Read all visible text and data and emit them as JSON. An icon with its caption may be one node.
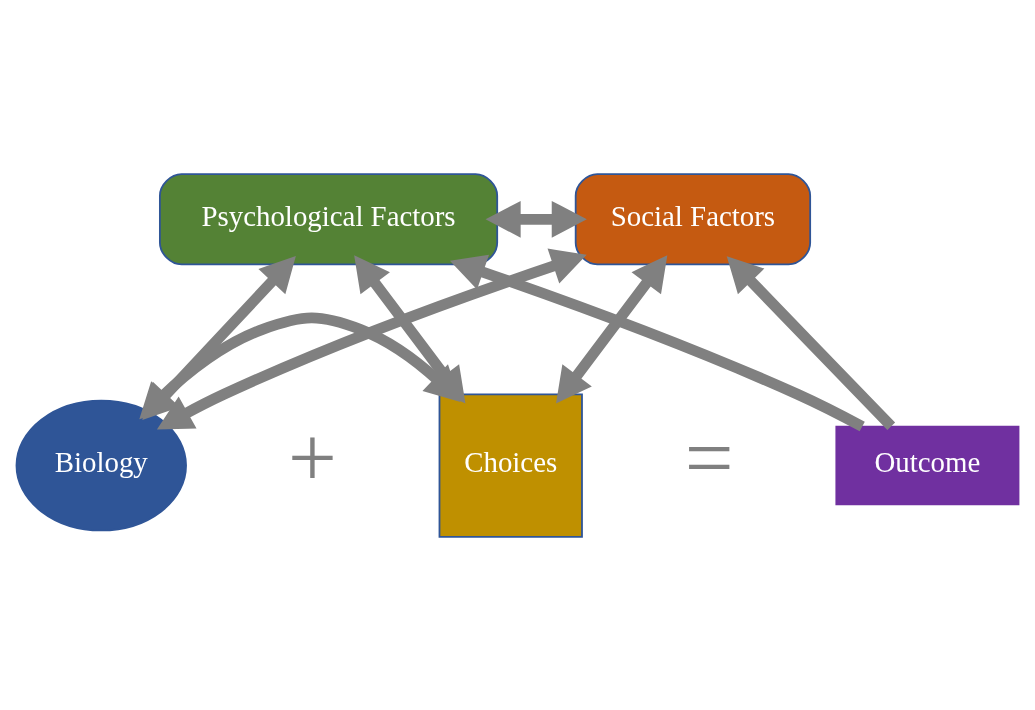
{
  "diagram": {
    "nodes": [
      {
        "text": [
          "Psychological Factors"
        ]
      },
      {
        "text": [
          "Social Factors"
        ]
      },
      {
        "text": [
          "Biology"
        ]
      },
      {
        "text": [
          "Choices"
        ]
      },
      {
        "text": [
          "Outcome"
        ]
      }
    ],
    "edges": [
      {
        "from": 0,
        "to": 1,
        "arrow": "both"
      },
      {
        "from": 2,
        "to": 0,
        "arrow": "both"
      },
      {
        "from": 0,
        "to": 3,
        "arrow": "both"
      },
      {
        "from": 3,
        "to": 1,
        "arrow": "both"
      },
      {
        "from": 4,
        "to": 1,
        "arrow": "to"
      },
      {
        "from": 2,
        "to": 3,
        "arrow": "both"
      },
      {
        "from": 2,
        "to": 1,
        "arrow": "both"
      },
      {
        "from": 4,
        "to": 0,
        "arrow": "to"
      }
    ],
    "labels": [
      "+",
      "="
    ]
  }
}
